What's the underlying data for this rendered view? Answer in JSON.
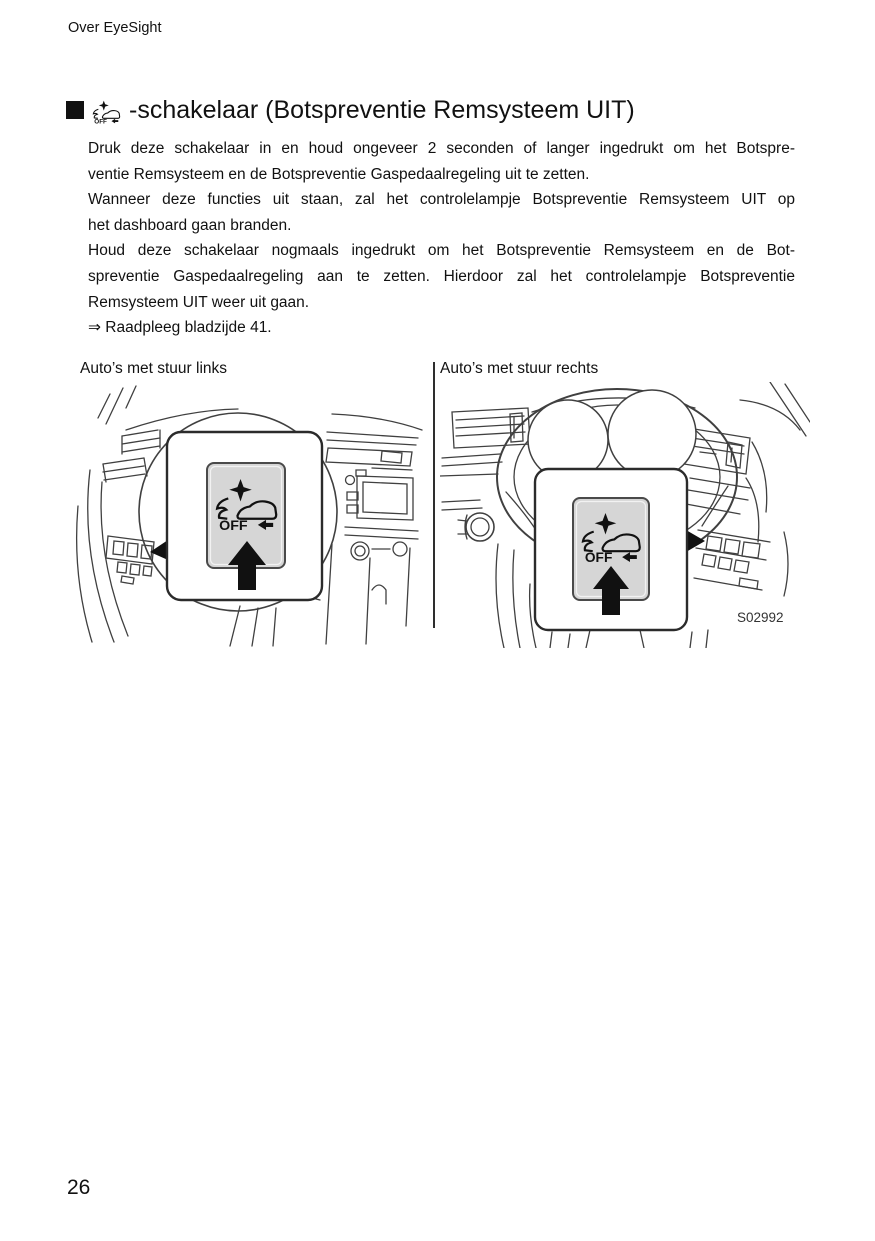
{
  "header": {
    "title": "Over EyeSight"
  },
  "section": {
    "heading_icon": "collision-mitigation-off-switch-icon",
    "heading_text": "-schakelaar (Botspreventie Remsysteem UIT)"
  },
  "body": {
    "lines": [
      "Druk deze schakelaar in en houd ongeveer 2 seconden of langer ingedrukt om het Botspre-",
      "ventie Remsysteem en de Botspreventie Gaspedaalregeling uit te zetten.",
      "Wanneer deze functies uit staan, zal het controlelampje Botspreventie Remsysteem UIT op",
      "het dashboard gaan branden.",
      "Houd deze schakelaar nogmaals ingedrukt om het Botspreventie Remsysteem en de Bot-",
      "spreventie Gaspedaalregeling aan te zetten. Hierdoor zal het controlelampje Botspreventie",
      "Remsysteem UIT weer uit gaan.",
      "⇒ Raadpleeg bladzijde 41."
    ]
  },
  "figure": {
    "left_caption": "Auto’s met stuur links",
    "right_caption": "Auto’s met stuur rechts",
    "off_label": "OFF",
    "image_code": "S02992",
    "button_fill": "#d6d6d6",
    "line_color": "#404040"
  },
  "footer": {
    "page_number": "26"
  }
}
